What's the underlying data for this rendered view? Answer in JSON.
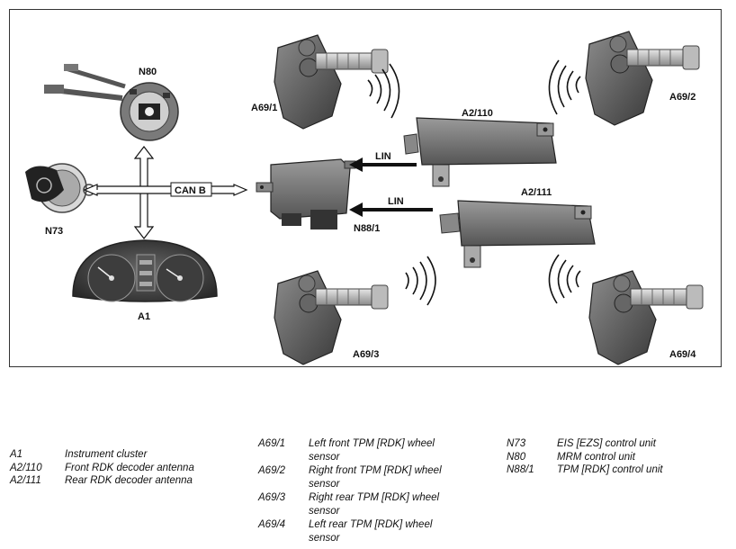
{
  "diagram": {
    "labels": {
      "n80": "N80",
      "n73": "N73",
      "a1": "A1",
      "can_b": "CAN B",
      "n88_1": "N88/1",
      "lin_top": "LIN",
      "lin_bottom": "LIN",
      "a2_110": "A2/110",
      "a2_111": "A2/111",
      "a69_1": "A69/1",
      "a69_2": "A69/2",
      "a69_3": "A69/3",
      "a69_4": "A69/4"
    }
  },
  "legend": {
    "col1": [
      {
        "code": "A1",
        "desc": "Instrument cluster"
      },
      {
        "code": "A2/110",
        "desc": "Front RDK decoder antenna"
      },
      {
        "code": "A2/111",
        "desc": "Rear RDK decoder antenna"
      }
    ],
    "col2": [
      {
        "code": "A69/1",
        "desc": "Left front TPM [RDK] wheel sensor"
      },
      {
        "code": "A69/2",
        "desc": "Right front TPM [RDK] wheel sensor"
      },
      {
        "code": "A69/3",
        "desc": "Right rear TPM [RDK] wheel sensor"
      },
      {
        "code": "A69/4",
        "desc": "Left rear TPM [RDK] wheel sensor"
      }
    ],
    "col3": [
      {
        "code": "N73",
        "desc": "EIS [EZS] control unit"
      },
      {
        "code": "N80",
        "desc": "MRM control unit"
      },
      {
        "code": "N88/1",
        "desc": "TPM [RDK] control unit"
      }
    ]
  }
}
